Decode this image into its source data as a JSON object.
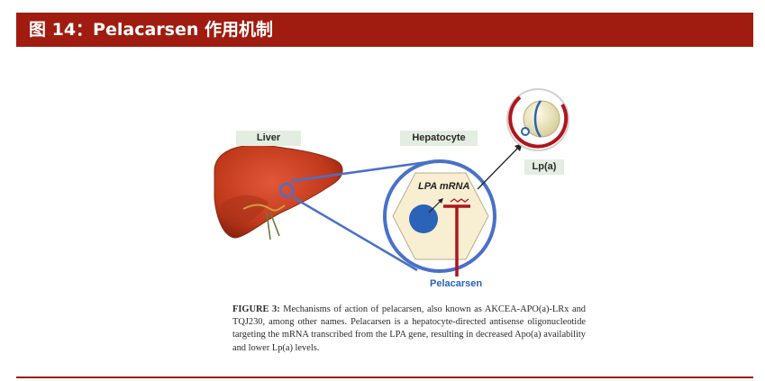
{
  "header": {
    "title": "图 14：Pelacarsen 作用机制"
  },
  "labels": {
    "liver": "Liver",
    "hepatocyte": "Hepatocyte",
    "lpa": "Lp(a)",
    "mrna": "LPA mRNA",
    "drug": "Pelacarsen"
  },
  "caption": {
    "label": "FIGURE 3:",
    "text": "Mechanisms of action of pelacarsen, also known as AKCEA-APO(a)-LRx and TQJ230, among other names. Pelacarsen is a hepatocyte-directed antisense oligonucleotide targeting the mRNA transcribed from the LPA gene, resulting in decreased Apo(a) availability and lower Lp(a) levels."
  },
  "colors": {
    "banner": "#a01c10",
    "liver": "#c0391b",
    "circle": "#4a70c8",
    "nucleus": "#2a63b8",
    "drug": "#b0151c",
    "drug_label": "#2a63b8"
  }
}
